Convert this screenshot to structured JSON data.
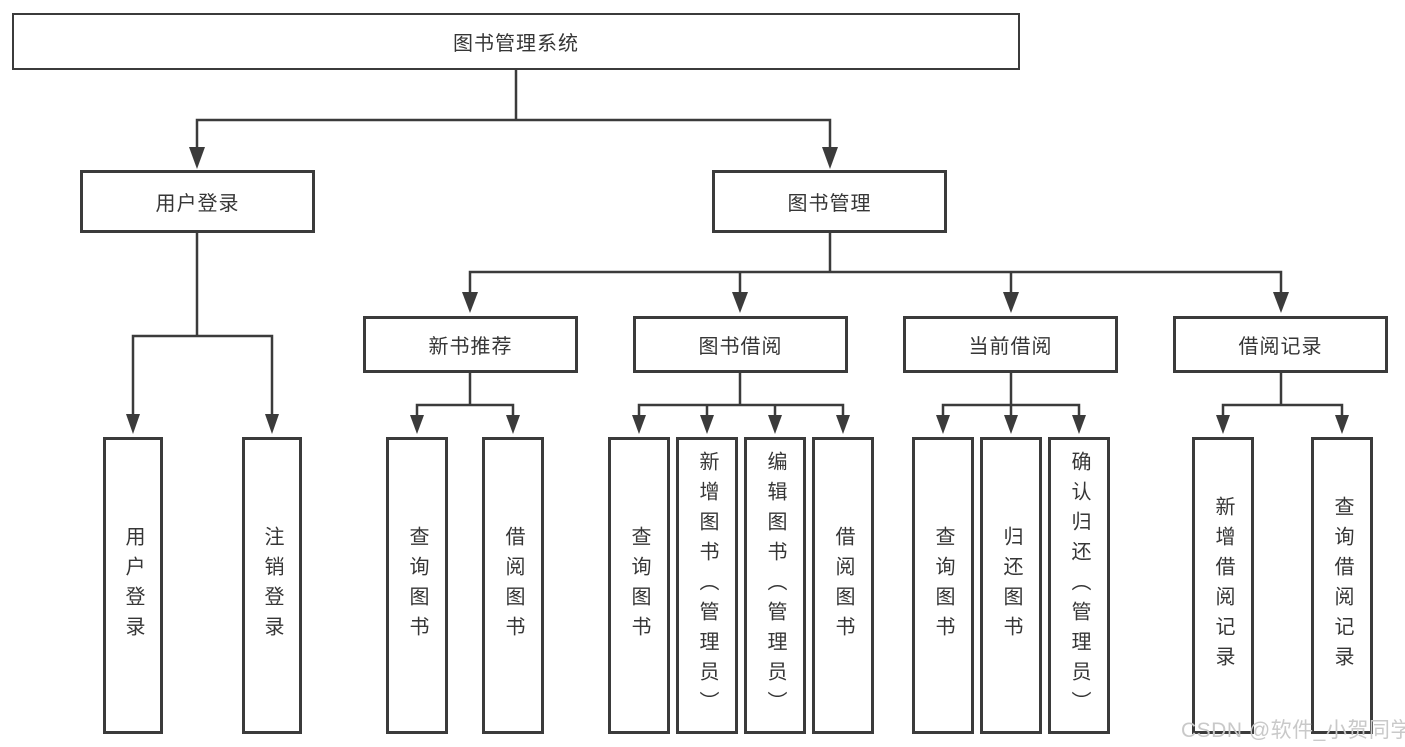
{
  "diagram": {
    "root": {
      "label": "图书管理系统"
    },
    "children": [
      {
        "label": "用户登录",
        "children": [
          {
            "label": "用户登录"
          },
          {
            "label": "注销登录"
          }
        ]
      },
      {
        "label": "图书管理",
        "children": [
          {
            "label": "新书推荐",
            "children": [
              {
                "label": "查询图书"
              },
              {
                "label": "借阅图书"
              }
            ]
          },
          {
            "label": "图书借阅",
            "children": [
              {
                "label": "查询图书"
              },
              {
                "label": "新增图书（管理员）"
              },
              {
                "label": "编辑图书（管理员）"
              },
              {
                "label": "借阅图书"
              }
            ]
          },
          {
            "label": "当前借阅",
            "children": [
              {
                "label": "查询图书"
              },
              {
                "label": "归还图书"
              },
              {
                "label": "确认归还（管理员）"
              }
            ]
          },
          {
            "label": "借阅记录",
            "children": [
              {
                "label": "新增借阅记录"
              },
              {
                "label": "查询借阅记录"
              }
            ]
          }
        ]
      }
    ]
  },
  "watermark": {
    "text": "CSDN @软件_小贺同学"
  },
  "colors": {
    "line": "#3b3b3b",
    "text": "#363636",
    "watermark": "#c9c9c9",
    "background": "#ffffff"
  }
}
